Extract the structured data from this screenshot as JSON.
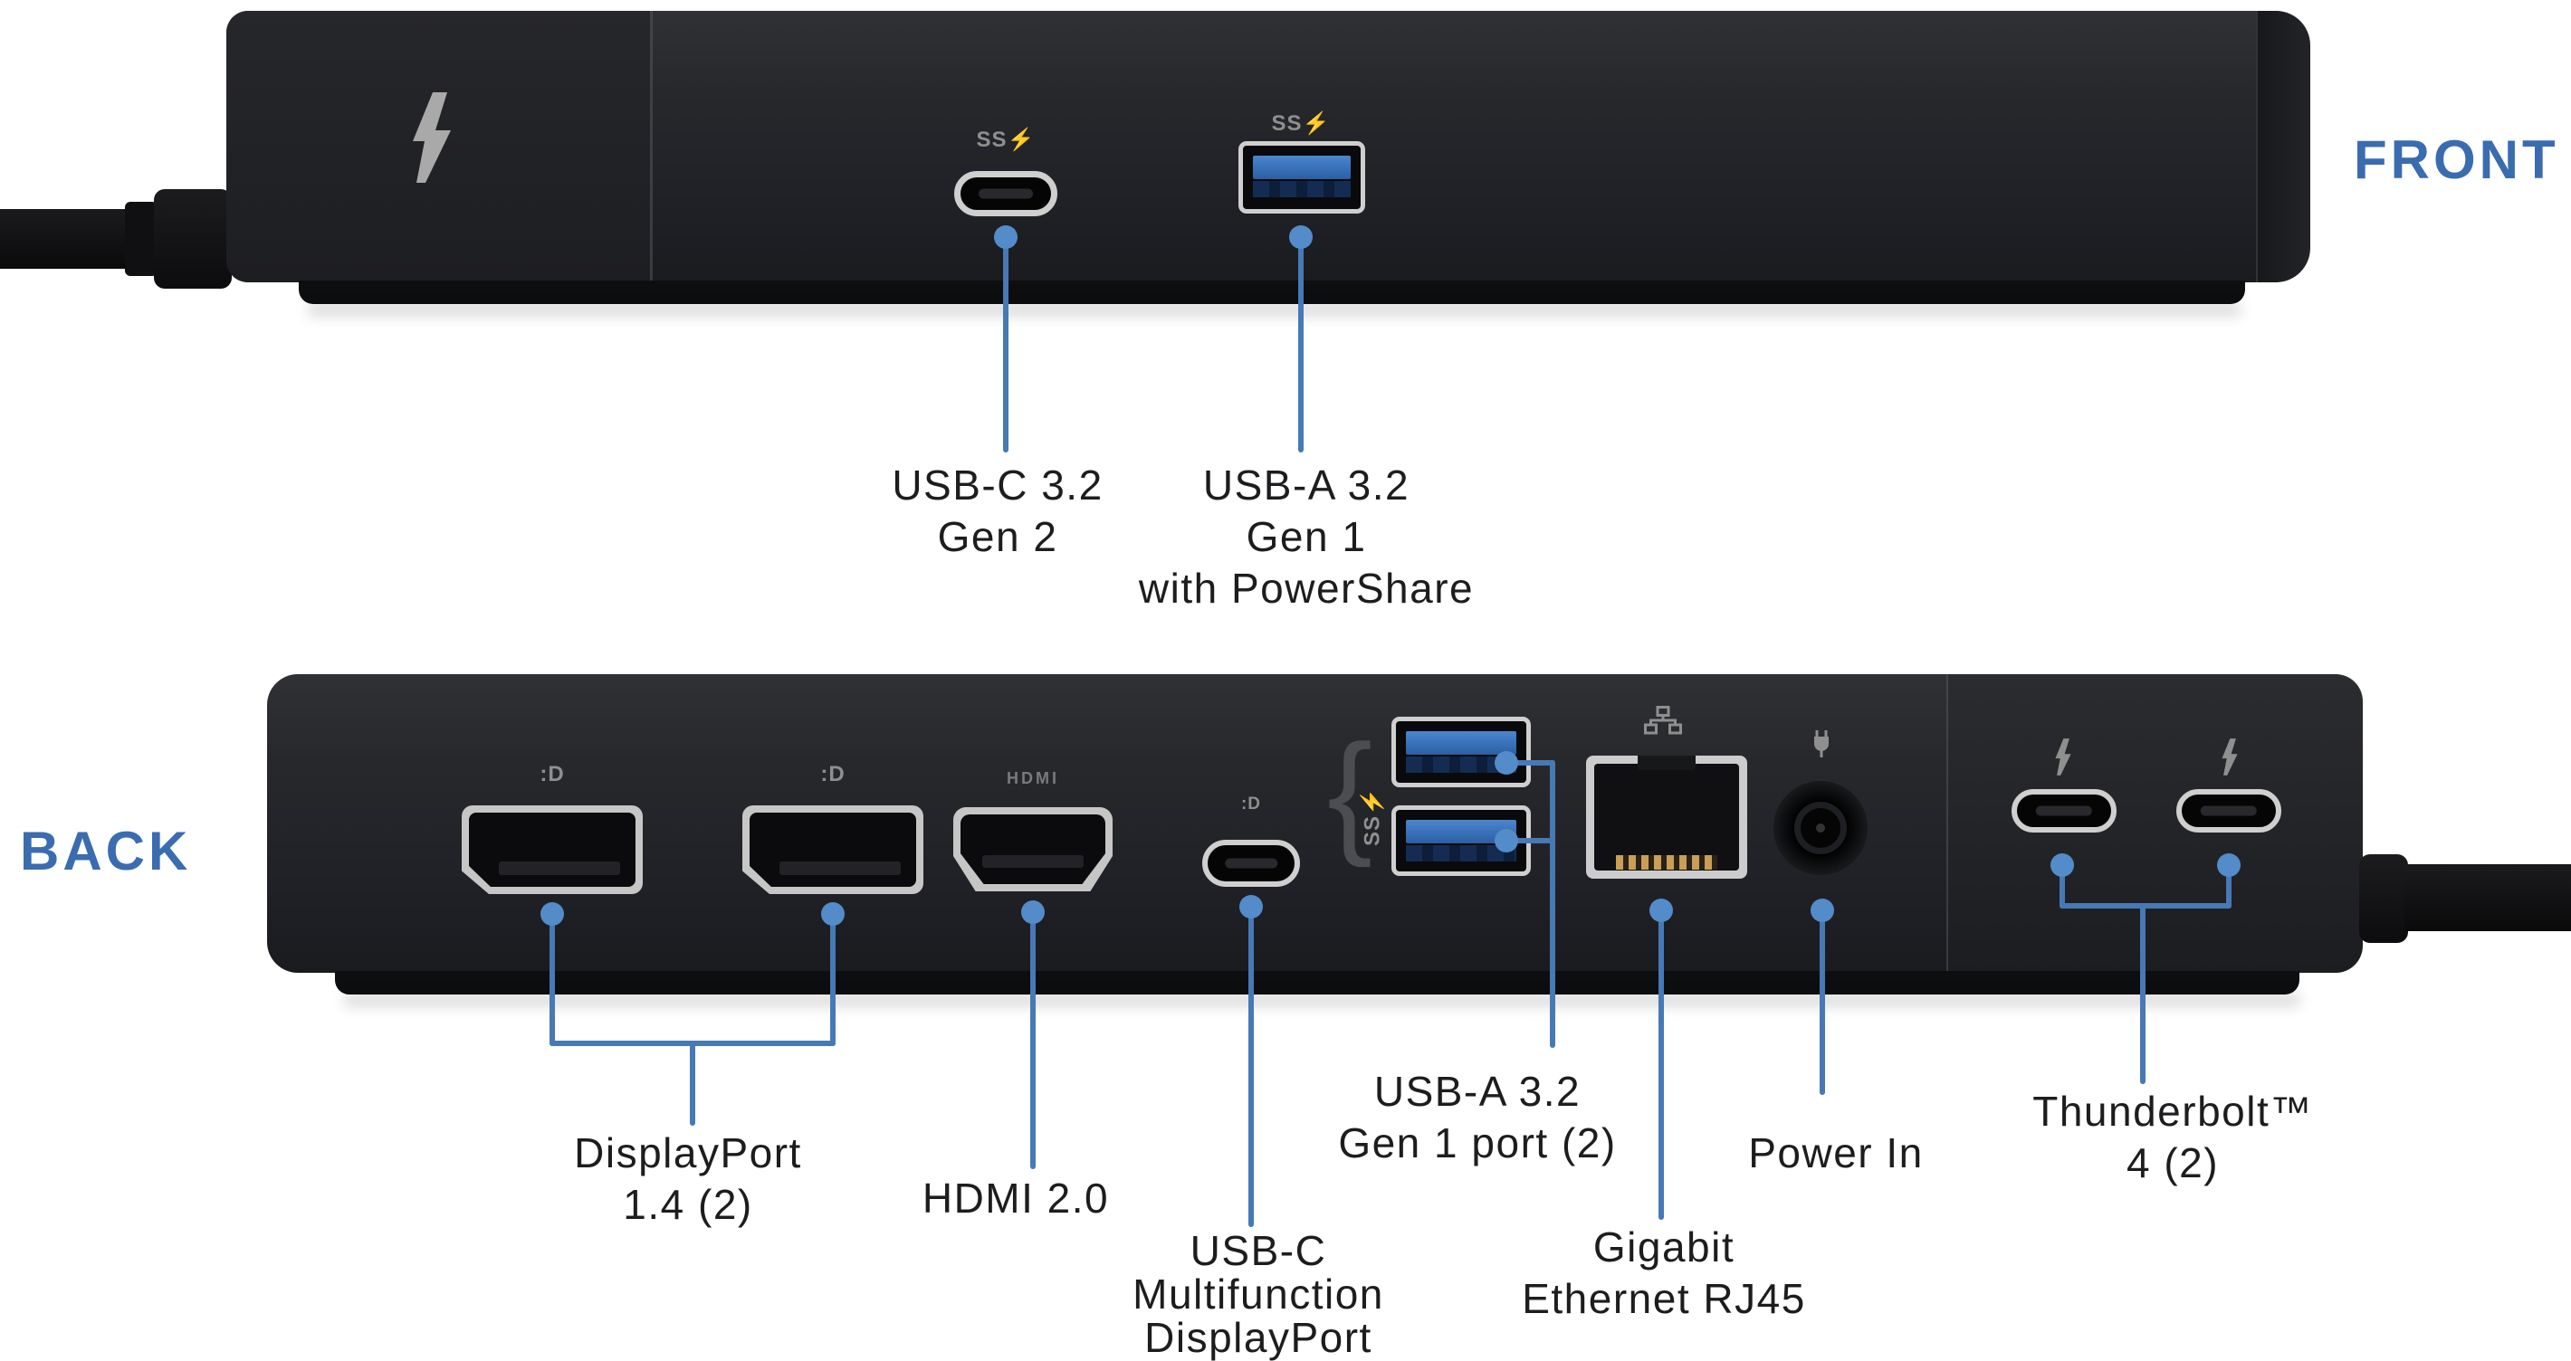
{
  "titles": {
    "front": "FRONT",
    "back": "BACK"
  },
  "labels": {
    "usbc_front": [
      "USB-C 3.2",
      "Gen 2"
    ],
    "usba_front": [
      "USB-A 3.2",
      "Gen 1",
      "with PowerShare"
    ],
    "displayport": [
      "DisplayPort",
      "1.4 (2)"
    ],
    "hdmi": [
      "HDMI 2.0"
    ],
    "usbc_mfdp": [
      "USB-C",
      "Multifunction",
      "DisplayPort"
    ],
    "usba_back": [
      "USB-A 3.2",
      "Gen 1 port (2)"
    ],
    "ethernet": [
      "Gigabit",
      "Ethernet RJ45"
    ],
    "power": [
      "Power In"
    ],
    "thunderbolt": [
      "Thunderbolt™",
      "4 (2)"
    ]
  },
  "icons": {
    "superspeed": "SS⚡",
    "hdmi_port": "HDMI",
    "displayport_logo": ":D",
    "brace": "{"
  },
  "colors": {
    "background": "#ffffff",
    "title_blue": "#3a6cb0",
    "callout_line": "#4779b5",
    "callout_dot": "#538cc9",
    "usb_tongue_blue": "#3a74bd",
    "device_body": "#232428",
    "label_text": "#1d1d1f",
    "port_metal": "#cfcfcf"
  }
}
